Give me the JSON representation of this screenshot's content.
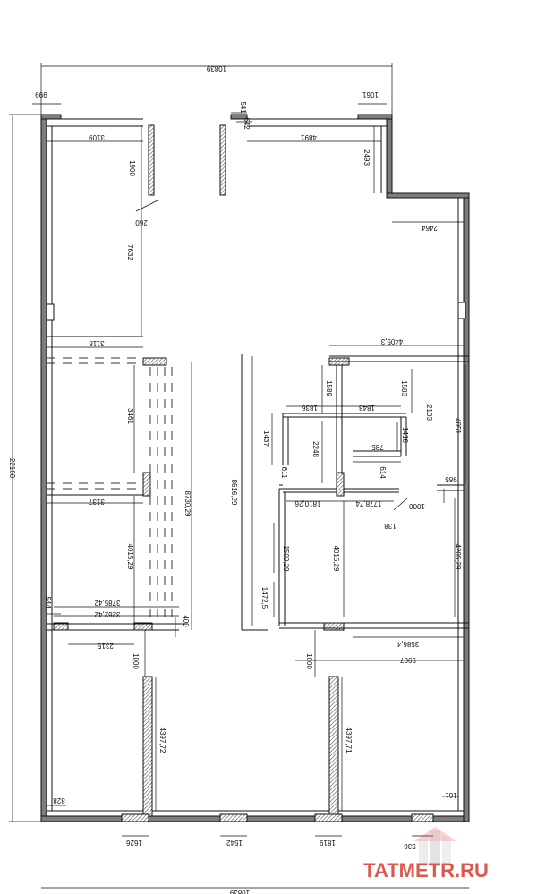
{
  "plan": {
    "overall": {
      "width_total": "10839",
      "height_total": "22160",
      "bottom_total": "10839"
    },
    "top_corner_left": "999",
    "top_corner_right": "1061",
    "door_top_a": "541",
    "door_top_b": "642",
    "segment_top_left": "3109",
    "segment_top_right": "4891",
    "wall_right_upper": "2493",
    "wall_right_lower": "2464",
    "left_stub": "1900",
    "left_stub_thick": "260",
    "left_upper_height": "7632",
    "room_upper_width": "3118",
    "room_mid_width": "3137",
    "room_mid_height": "3461",
    "corridor_height": "8730,29",
    "column_lower": "4015,29",
    "left_low_a": "3785,42",
    "left_low_b": "3262,42",
    "left_low_c": "544",
    "left_opening": "2315",
    "left_door": "1000",
    "door_small": "400",
    "center_height": "8616,29",
    "right_width_top": "4405,3",
    "room_a_height": "1589",
    "room_b_height": "1583",
    "room_a_width": "1836",
    "room_b_width": "1848",
    "room_c_width": "2103",
    "room_right_height": "4051",
    "room_left_height": "1437",
    "room_inner_height": "2248",
    "room_inner_small": "1416",
    "door_785": "785",
    "wall_611": "611",
    "wall_614": "614",
    "wall_985": "985",
    "room_1810": "1810,26",
    "room_1778": "1778,74",
    "door_1000": "1000",
    "wall_138": "138",
    "room_1500": "1500,29",
    "room_4015": "4015,29",
    "room_4205": "4205,29",
    "room_1472": "1472,5",
    "wall_right_mid": "3586,4",
    "right_opening": "5907",
    "right_door": "1000",
    "col_left_h": "4397,72",
    "col_right_h": "4397,71",
    "corner_bl": "828",
    "corner_br": "161",
    "bottom_a": "1626",
    "bottom_b": "1542",
    "bottom_c": "1819",
    "bottom_d": "536"
  },
  "watermark": "TATMETR.RU",
  "colors": {
    "wall_fill": "#8c8c8c",
    "line": "#111111",
    "watermark": "#d93a2e"
  }
}
